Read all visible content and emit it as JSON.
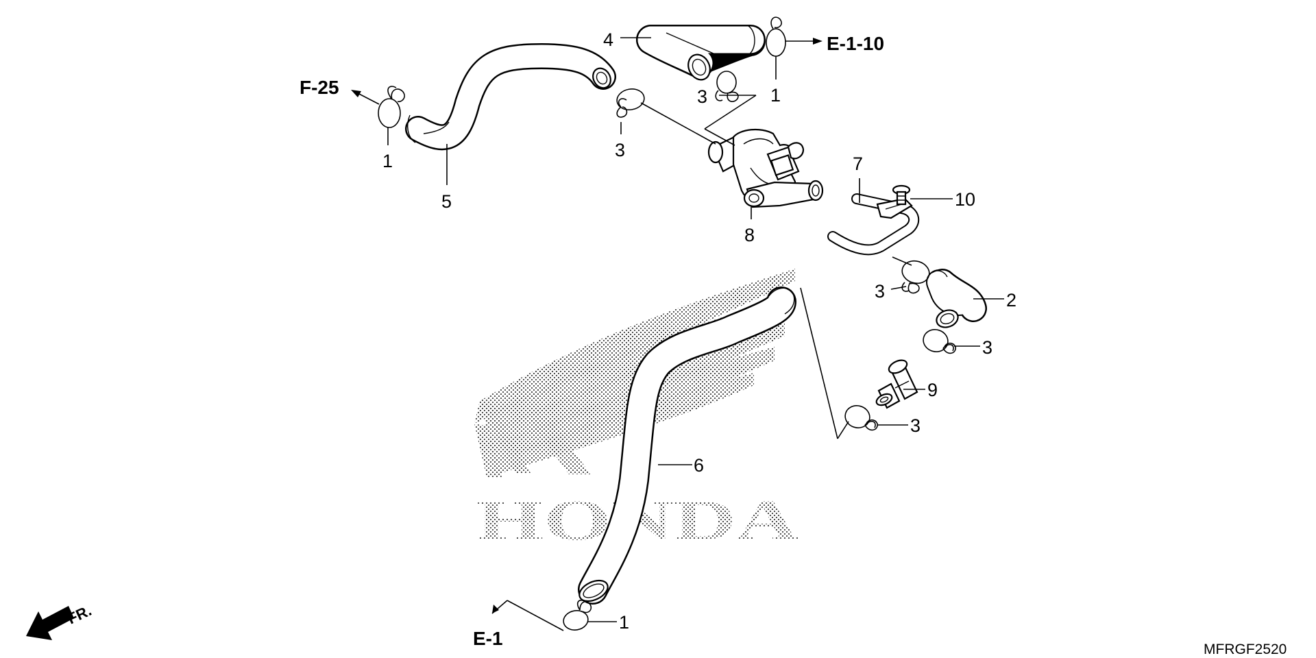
{
  "diagram": {
    "reference_labels": {
      "f25": "F-25",
      "e110": "E-1-10",
      "e1": "E-1"
    },
    "direction_label": "FR.",
    "watermark_brand": "HONDA",
    "diagram_code": "MFRGF2520",
    "callouts": {
      "c1a": "1",
      "c1b": "1",
      "c1c": "1",
      "c2": "2",
      "c3a": "3",
      "c3b": "3",
      "c3c": "3",
      "c3d": "3",
      "c3e": "3",
      "c4": "4",
      "c5": "5",
      "c6": "6",
      "c7": "7",
      "c8": "8",
      "c9": "9",
      "c10": "10"
    }
  }
}
